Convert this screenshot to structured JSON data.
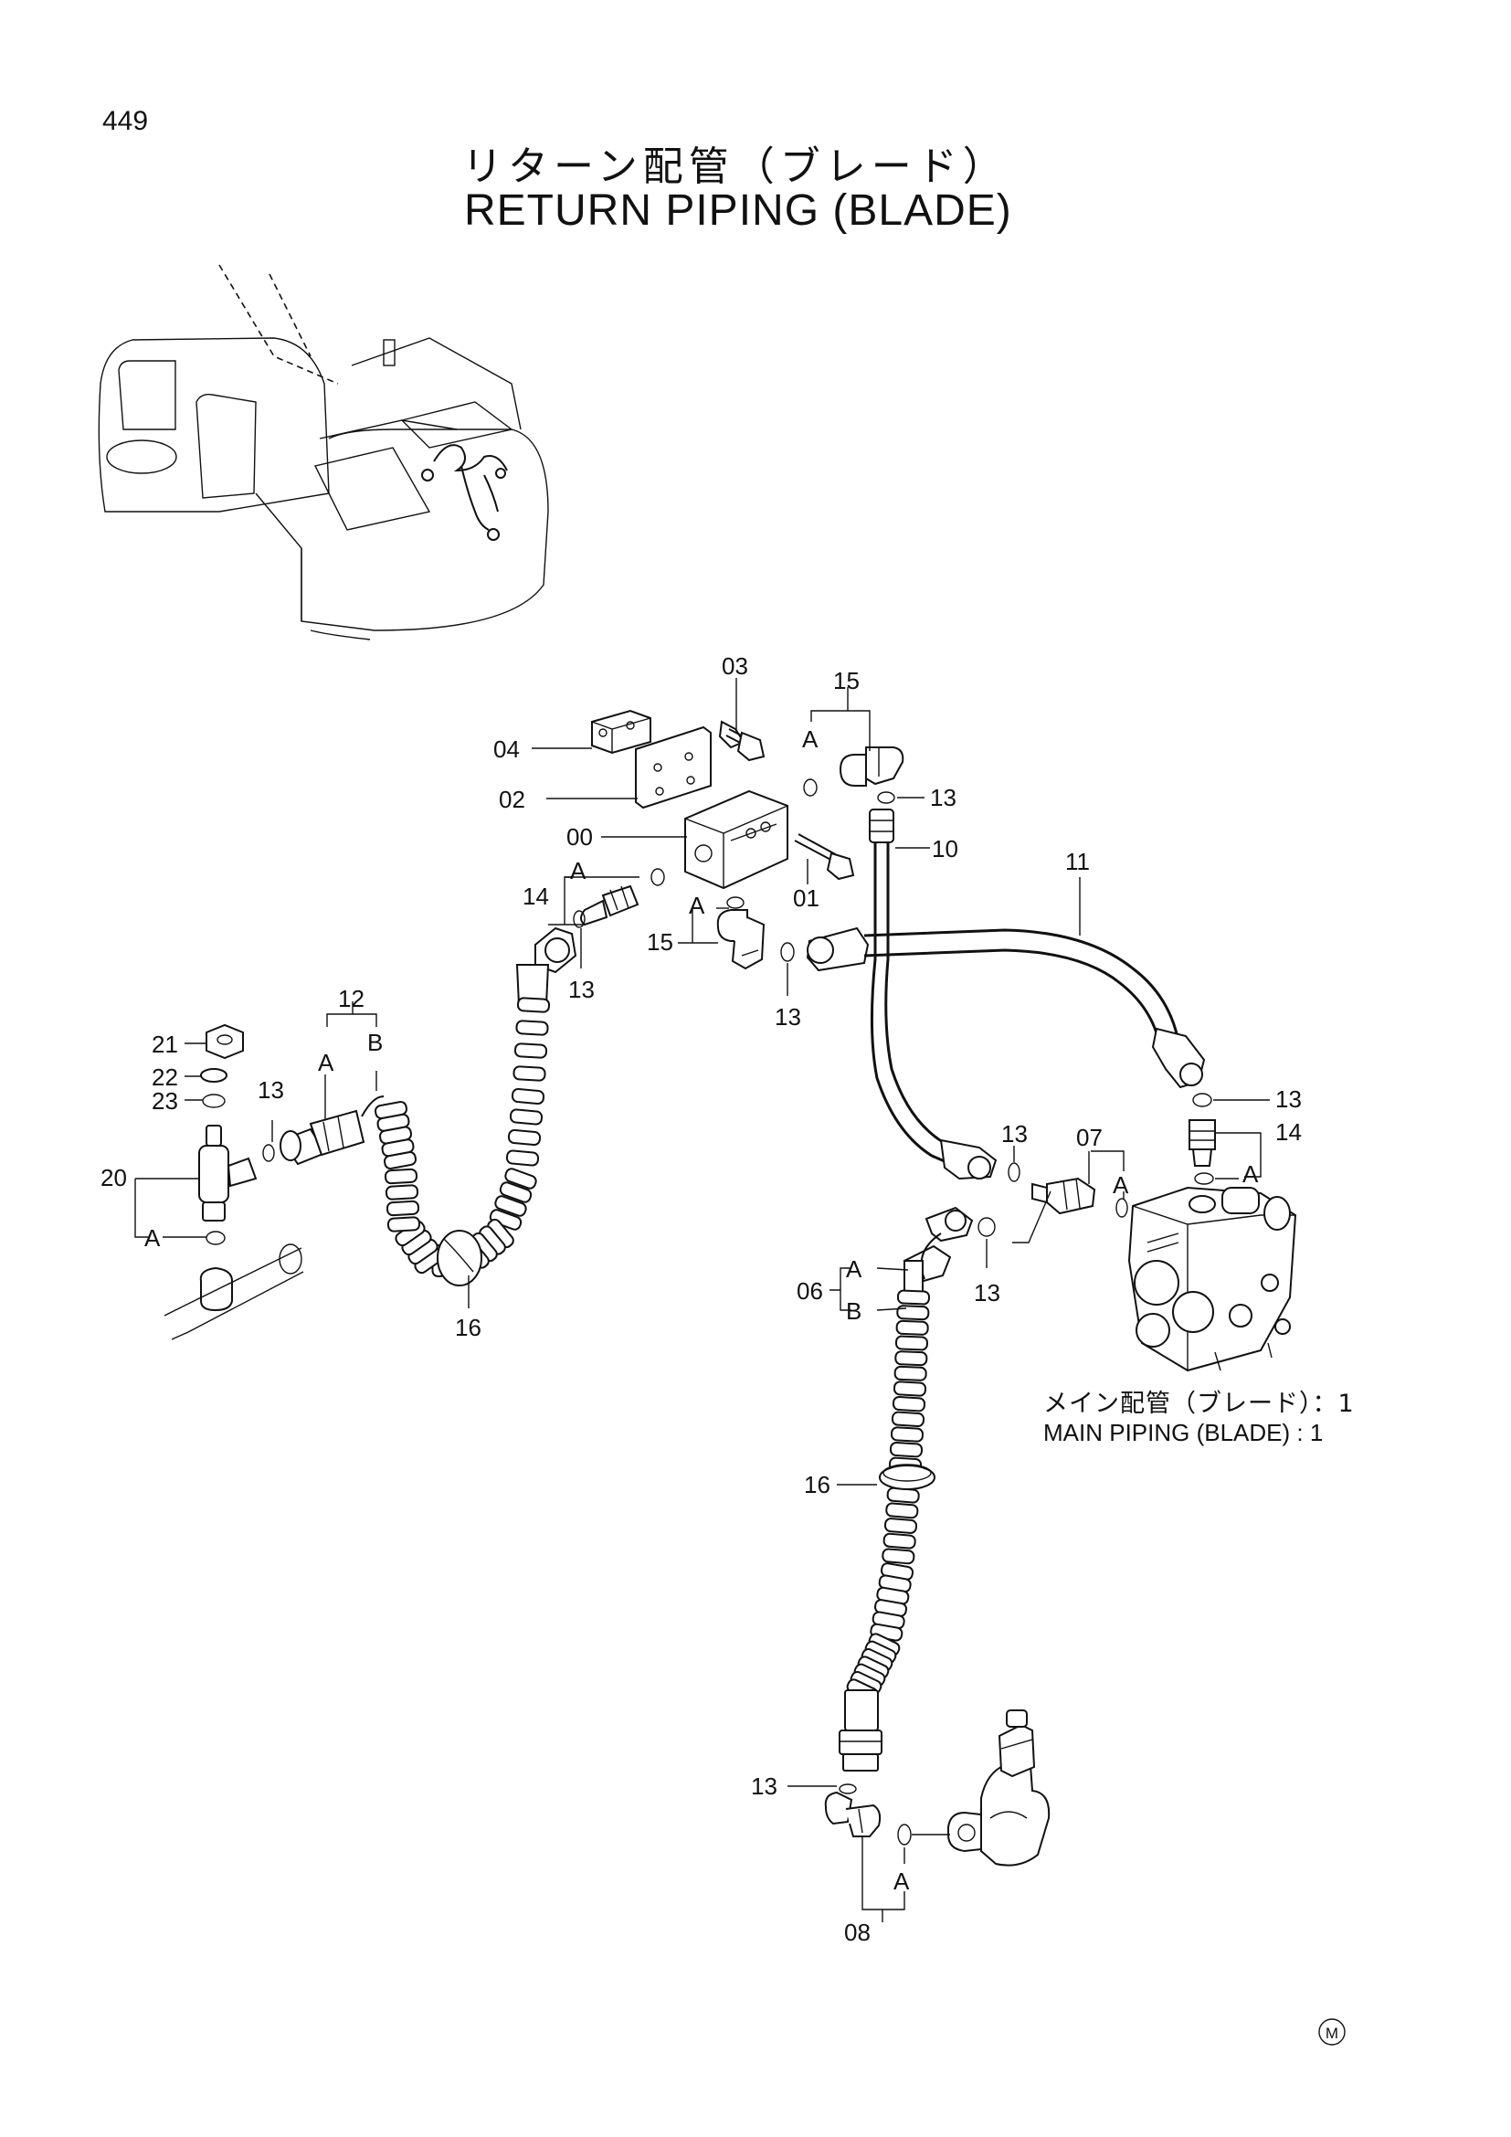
{
  "header": {
    "page_number": "449",
    "title_ja": "リターン配管（ブレード）",
    "title_en": "RETURN PIPING (BLADE)"
  },
  "note": {
    "ja": "メイン配管（ブレード）：1",
    "en": "MAIN PIPING (BLADE) : 1"
  },
  "callouts": {
    "c00": "00",
    "c01": "01",
    "c02": "02",
    "c03": "03",
    "c04": "04",
    "c06": "06",
    "c07": "07",
    "c08": "08",
    "c10": "10",
    "c11": "11",
    "c12": "12",
    "c13": "13",
    "c14": "14",
    "c15": "15",
    "c16": "16",
    "c20": "20",
    "c21": "21",
    "c22": "22",
    "c23": "23",
    "a": "A",
    "b": "B"
  },
  "mark": "M"
}
